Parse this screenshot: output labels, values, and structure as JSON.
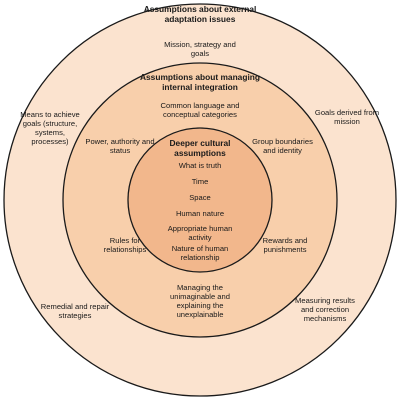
{
  "outer": {
    "title": "Assumptions about external\nadaptation issues",
    "items": {
      "mission": "Mission, strategy and\ngoals",
      "means": "Means to achieve\ngoals (structure,\nsystems,\nprocesses)",
      "goals_derived": "Goals derived from\nmission",
      "remedial": "Remedial and repair\nstrategies",
      "measuring": "Measuring results\nand correction\nmechanisms"
    }
  },
  "middle": {
    "title": "Assumptions about managing\ninternal integration",
    "items": {
      "common_language": "Common language and\nconceptual categories",
      "power": "Power, authority and\nstatus",
      "group_boundaries": "Group boundaries\nand identity",
      "rules": "Rules for\nrelationships",
      "rewards": "Rewards and\npunishments",
      "managing": "Managing the\nunimaginable and\nexplaining the\nunexplainable"
    }
  },
  "inner": {
    "title": "Deeper cultural\nassumptions",
    "items": {
      "truth": "What is truth",
      "time": "Time",
      "space": "Space",
      "human_nature": "Human nature",
      "activity": "Appropriate human\nactivity",
      "relationship": "Nature of human\nrelationship"
    }
  },
  "colors": {
    "outer_fill": "#fbe3cf",
    "middle_fill": "#f8cfab",
    "inner_fill": "#f2b78c",
    "stroke": "#1a1a1a"
  }
}
